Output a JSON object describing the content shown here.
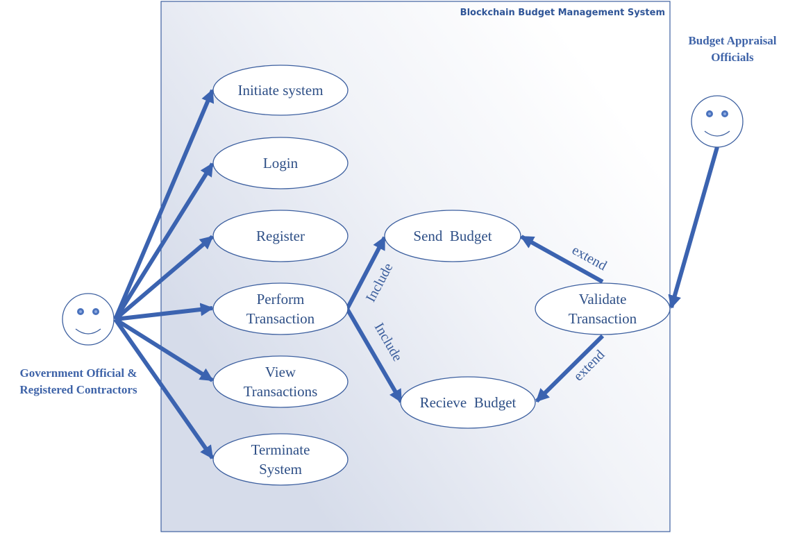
{
  "system": {
    "title": "Blockchain Budget Management System"
  },
  "actors": {
    "left": {
      "line1": "Government Official &",
      "line2": "Registered Contractors"
    },
    "right": {
      "line1": "Budget Appraisal",
      "line2": "Officials"
    }
  },
  "use_cases": {
    "initiate": [
      "Initiate system"
    ],
    "login": [
      "Login"
    ],
    "register": [
      "Register"
    ],
    "perform": [
      "Perform",
      "Transaction"
    ],
    "view": [
      "View",
      "Transactions"
    ],
    "terminate": [
      "Terminate",
      "System"
    ],
    "send": [
      "Send  Budget"
    ],
    "receive": [
      "Recieve  Budget"
    ],
    "validate": [
      "Validate",
      "Transaction"
    ]
  },
  "relations": {
    "include_send": "Include",
    "include_receive": "Include",
    "extend_send": "extend",
    "extend_receive": "extend"
  },
  "colors": {
    "arrow": "#3b63b0",
    "text": "#2e4f86",
    "gradient_start": "#d8deeb",
    "gradient_end": "#ffffff"
  }
}
